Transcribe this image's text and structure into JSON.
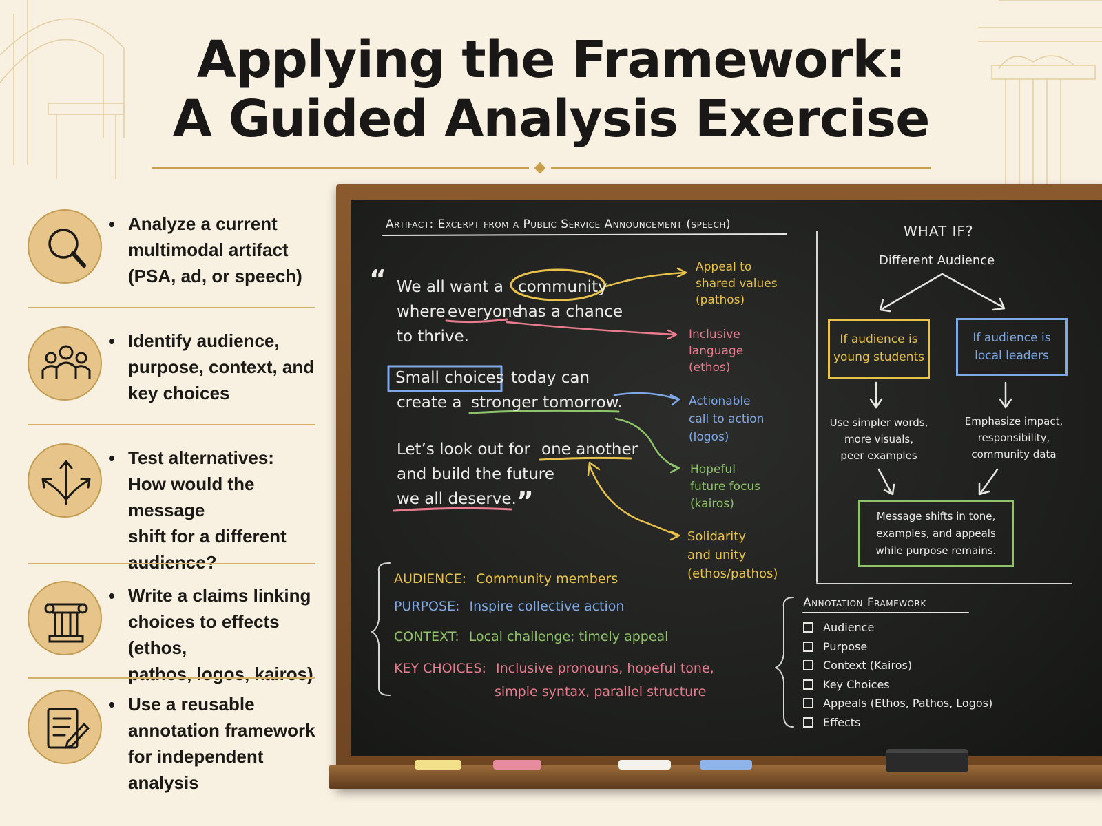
{
  "title": {
    "line1": "Applying the Framework:",
    "line2": "A Guided Analysis Exercise"
  },
  "objectives": [
    {
      "icon": "magnifier-icon",
      "lines": [
        "Analyze a current",
        "multimodal artifact",
        "(PSA, ad, or speech)"
      ]
    },
    {
      "icon": "group-icon",
      "lines": [
        "Identify audience,",
        "purpose, context, and",
        "key choices"
      ]
    },
    {
      "icon": "branching-arrows-icon",
      "lines": [
        "Test alternatives:",
        "How would the message",
        "shift for a different",
        "audience?"
      ]
    },
    {
      "icon": "column-icon",
      "lines": [
        "Write a claims linking",
        "choices to effects (ethos,",
        "pathos, logos, kairos)"
      ]
    },
    {
      "icon": "document-pen-icon",
      "lines": [
        "Use a reusable",
        "annotation framework",
        "for independent analysis"
      ]
    }
  ],
  "board": {
    "artifact_label": "Artifact: Excerpt from a Public Service Announcement (speech)",
    "open_quote": "“",
    "close_quote": "”",
    "quote": {
      "l1a": "We all want a",
      "l1b": "community",
      "l2a": "where",
      "l2b": "everyone",
      "l2c": "has a chance",
      "l3": "to thrive.",
      "l4a": "Small choices",
      "l4b": "today can",
      "l5a": "create a",
      "l5b": "stronger tomorrow.",
      "l6a": "Let’s look out for",
      "l6b": "one another",
      "l7": "and build the future",
      "l8": "we all deserve."
    },
    "annotations": [
      {
        "lines": [
          "Appeal to",
          "shared values",
          "(pathos)"
        ],
        "color": "#e8c24a"
      },
      {
        "lines": [
          "Inclusive",
          "language",
          "(ethos)"
        ],
        "color": "#e87c8e"
      },
      {
        "lines": [
          "Actionable",
          "call to action",
          "(logos)"
        ],
        "color": "#7fa9e6"
      },
      {
        "lines": [
          "Hopeful",
          "future focus",
          "(kairos)"
        ],
        "color": "#8fc46a"
      },
      {
        "lines": [
          "Solidarity",
          "and unity",
          "(ethos/pathos)"
        ],
        "color": "#e8c24a"
      }
    ],
    "rhetoric": [
      {
        "label": "AUDIENCE:",
        "value": "Community members",
        "color": "#e8c24a"
      },
      {
        "label": "PURPOSE:",
        "value": "Inspire collective action",
        "color": "#7fa9e6"
      },
      {
        "label": "CONTEXT:",
        "value": "Local challenge; timely appeal",
        "color": "#8fc46a"
      },
      {
        "label": "KEY CHOICES:",
        "value": "Inclusive pronouns, hopeful tone,",
        "value2": "simple syntax, parallel structure",
        "color": "#e87c8e"
      }
    ],
    "what_if": {
      "heading": "WHAT IF?",
      "subheading": "Different Audience",
      "left_box": [
        "If audience is",
        "young students"
      ],
      "right_box": [
        "If audience is",
        "local leaders"
      ],
      "left_result": [
        "Use simpler words,",
        "more visuals,",
        "peer examples"
      ],
      "right_result": [
        "Emphasize impact,",
        "responsibility,",
        "community data"
      ],
      "conclusion": [
        "Message shifts in tone,",
        "examples, and appeals",
        "while purpose remains."
      ]
    },
    "framework": {
      "heading": "Annotation Framework",
      "items": [
        "Audience",
        "Purpose",
        "Context (Kairos)",
        "Key Choices",
        "Appeals (Ethos, Pathos, Logos)",
        "Effects"
      ]
    }
  },
  "colors": {
    "gold": "#c9a04c",
    "board": "#1f201e",
    "chalk_yellow": "#e8c24a",
    "chalk_pink": "#e87c8e",
    "chalk_blue": "#7fa9e6",
    "chalk_green": "#8fc46a"
  }
}
